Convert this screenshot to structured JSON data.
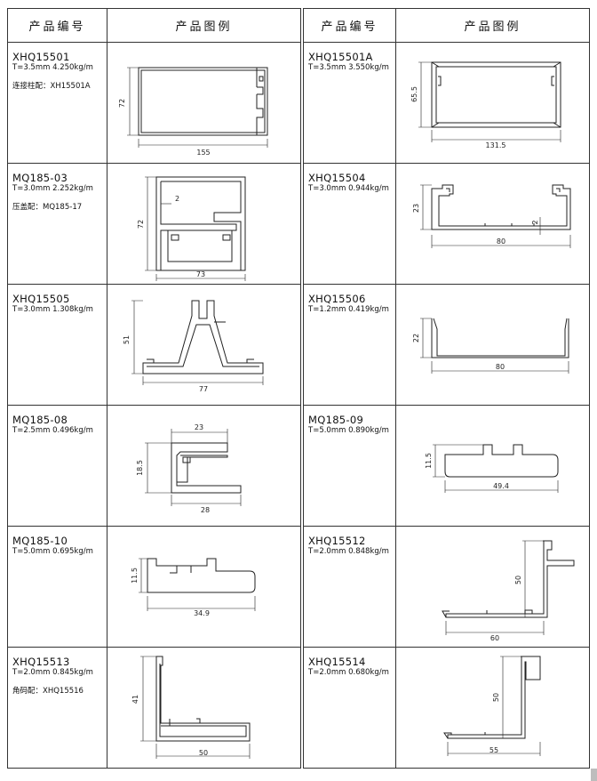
{
  "header": {
    "col_code": "产品编号",
    "col_drawing": "产品图例"
  },
  "left": [
    {
      "code": "XHQ15501",
      "spec": "T=3.5mm  4.250kg/m",
      "note": "连接柱配：XH15501A",
      "dims": [
        "72",
        "155"
      ]
    },
    {
      "code": "MQ185-03",
      "spec": "T=3.0mm  2.252kg/m",
      "note": "压盖配：MQ185-17",
      "dims": [
        "72",
        "2",
        "73"
      ]
    },
    {
      "code": "XHQ15505",
      "spec": "T=3.0mm  1.308kg/m",
      "note": "",
      "dims": [
        "51",
        "77"
      ]
    },
    {
      "code": "MQ185-08",
      "spec": "T=2.5mm  0.496kg/m",
      "note": "",
      "dims": [
        "23",
        "18.5",
        "28"
      ]
    },
    {
      "code": "MQ185-10",
      "spec": "T=5.0mm  0.695kg/m",
      "note": "",
      "dims": [
        "11.5",
        "34.9"
      ]
    },
    {
      "code": "XHQ15513",
      "spec": "T=2.0mm  0.845kg/m",
      "note": "角码配：XHQ15516",
      "dims": [
        "41",
        "50"
      ]
    }
  ],
  "right": [
    {
      "code": "XHQ15501A",
      "spec": "T=3.5mm  3.550kg/m",
      "note": "",
      "dims": [
        "65.5",
        "131.5"
      ]
    },
    {
      "code": "XHQ15504",
      "spec": "T=3.0mm  0.944kg/m",
      "note": "",
      "dims": [
        "23",
        "2",
        "80"
      ]
    },
    {
      "code": "XHQ15506",
      "spec": "T=1.2mm  0.419kg/m",
      "note": "",
      "dims": [
        "22",
        "80"
      ]
    },
    {
      "code": "MQ185-09",
      "spec": "T=5.0mm  0.890kg/m",
      "note": "",
      "dims": [
        "11.5",
        "49.4"
      ]
    },
    {
      "code": "XHQ15512",
      "spec": "T=2.0mm  0.848kg/m",
      "note": "",
      "dims": [
        "50",
        "60"
      ]
    },
    {
      "code": "XHQ15514",
      "spec": "T=2.0mm  0.680kg/m",
      "note": "",
      "dims": [
        "50",
        "55"
      ]
    }
  ]
}
